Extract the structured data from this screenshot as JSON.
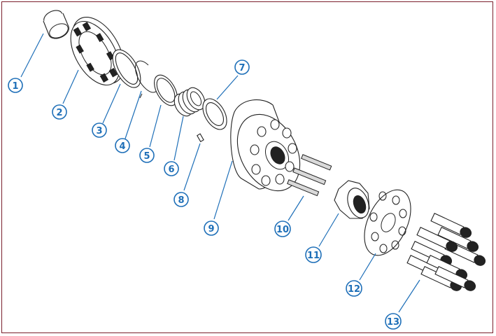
{
  "callouts": [
    {
      "id": "1",
      "label": "1"
    },
    {
      "id": "2",
      "label": "2"
    },
    {
      "id": "3",
      "label": "3"
    },
    {
      "id": "4",
      "label": "4"
    },
    {
      "id": "5",
      "label": "5"
    },
    {
      "id": "6",
      "label": "6"
    },
    {
      "id": "7",
      "label": "7"
    },
    {
      "id": "8",
      "label": "8"
    },
    {
      "id": "9",
      "label": "9"
    },
    {
      "id": "10",
      "label": "10"
    },
    {
      "id": "11",
      "label": "11"
    },
    {
      "id": "12",
      "label": "12"
    },
    {
      "id": "13",
      "label": "13"
    }
  ],
  "colors": {
    "callout": "#1e6fb8",
    "frame": "#7a1f2b",
    "parts": "#222222"
  }
}
